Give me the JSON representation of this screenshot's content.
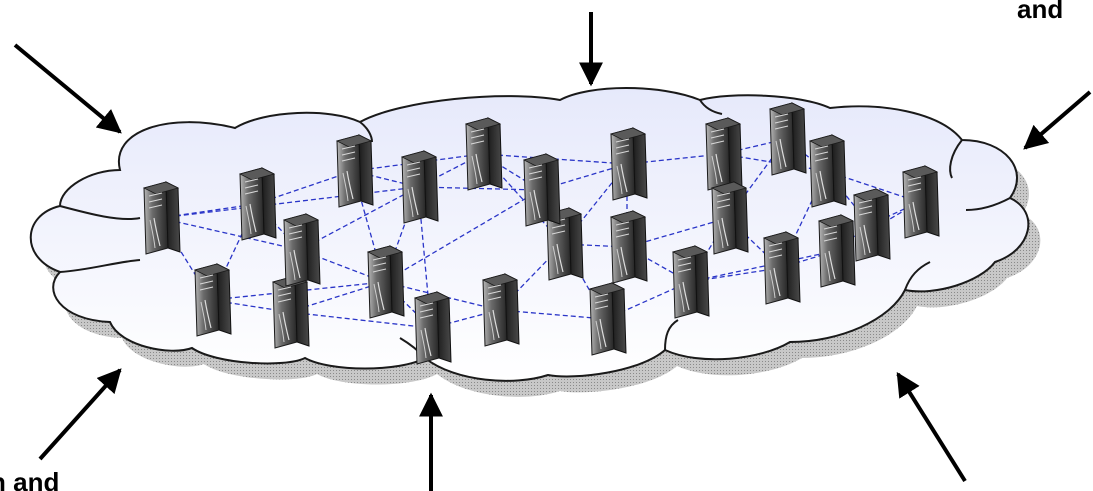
{
  "labels": {
    "top_right": "and",
    "bottom_left": "n and"
  },
  "colors": {
    "cloud_fill_top": "#e6e9fb",
    "cloud_fill_bottom": "#ffffff",
    "cloud_stroke": "#1a1a1a",
    "cloud_shadow": "#b5b5b5",
    "link": "#2a35c8",
    "arrow": "#000000",
    "server_dark": "#2f2f2f",
    "server_light": "#9a9a9a"
  },
  "icons": {
    "server": "server-icon",
    "arrow": "arrow-icon",
    "cloud": "cloud-icon"
  },
  "network": {
    "server_count": 25,
    "link_count": 57
  }
}
